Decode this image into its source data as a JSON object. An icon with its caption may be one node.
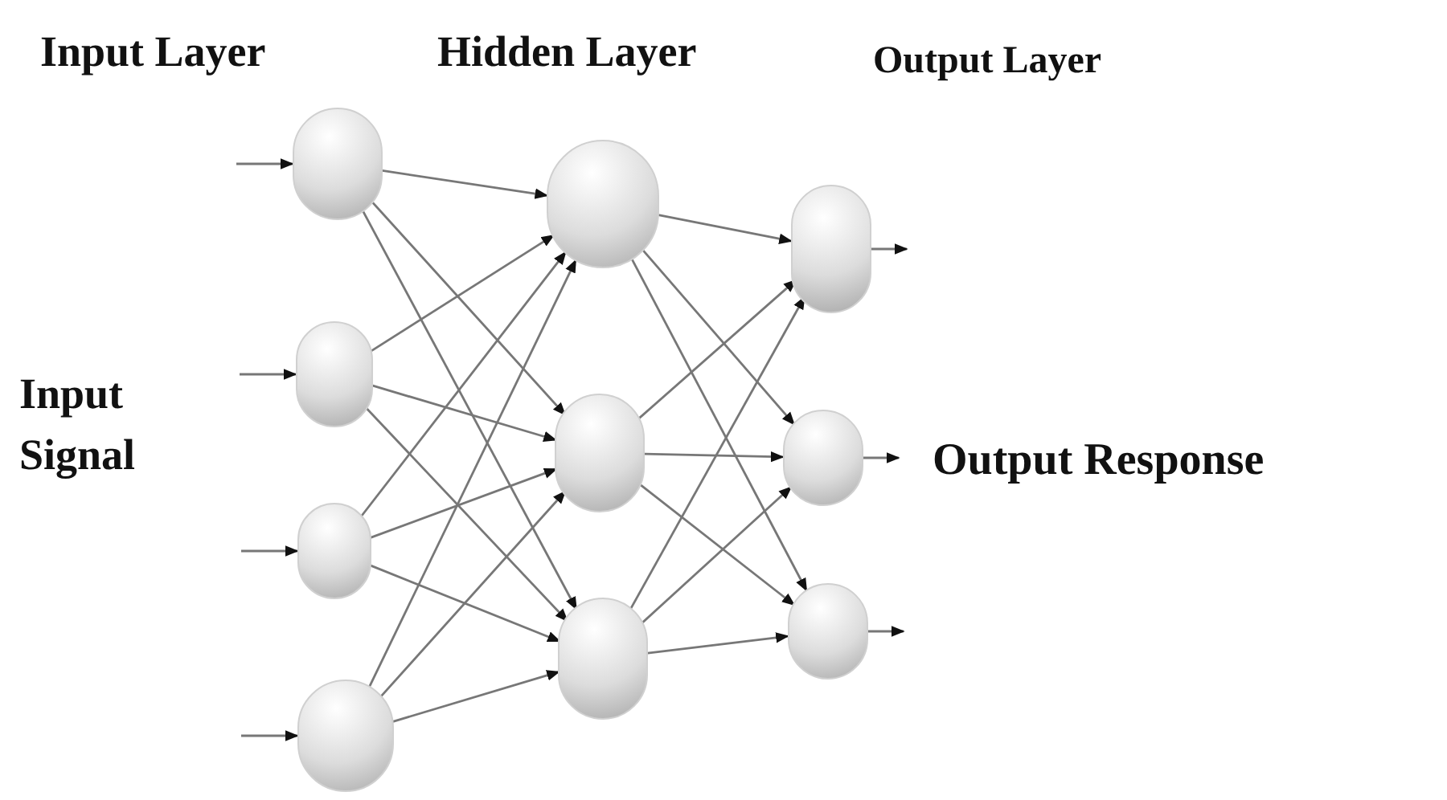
{
  "diagram": {
    "nodes": [
      {
        "text": [],
        "shape": "circle"
      },
      {
        "text": [],
        "shape": "circle"
      },
      {
        "text": [],
        "shape": "circle"
      },
      {
        "text": [],
        "shape": "circle"
      },
      {
        "text": [],
        "shape": "circle"
      },
      {
        "text": [],
        "shape": "circle"
      },
      {
        "text": [],
        "shape": "circle"
      },
      {
        "text": [],
        "shape": "circle"
      },
      {
        "text": [],
        "shape": "circle"
      },
      {
        "text": [],
        "shape": "circle"
      }
    ],
    "edges": [
      {
        "from": null,
        "to": 0,
        "arrow": "to"
      },
      {
        "from": null,
        "to": 1,
        "arrow": "to"
      },
      {
        "from": null,
        "to": 2,
        "arrow": "to"
      },
      {
        "from": null,
        "to": 3,
        "arrow": "to"
      },
      {
        "from": 0,
        "to": 4,
        "arrow": "to"
      },
      {
        "from": 0,
        "to": 5,
        "arrow": "to"
      },
      {
        "from": 0,
        "to": 6,
        "arrow": "to"
      },
      {
        "from": 1,
        "to": 4,
        "arrow": "to"
      },
      {
        "from": 1,
        "to": 5,
        "arrow": "to"
      },
      {
        "from": 1,
        "to": 6,
        "arrow": "to"
      },
      {
        "from": 2,
        "to": 4,
        "arrow": "to"
      },
      {
        "from": 2,
        "to": 5,
        "arrow": "to"
      },
      {
        "from": 2,
        "to": 6,
        "arrow": "to"
      },
      {
        "from": 3,
        "to": 4,
        "arrow": "to"
      },
      {
        "from": 3,
        "to": 5,
        "arrow": "to"
      },
      {
        "from": 3,
        "to": 6,
        "arrow": "to"
      },
      {
        "from": 4,
        "to": 7,
        "arrow": "to"
      },
      {
        "from": 4,
        "to": 8,
        "arrow": "to"
      },
      {
        "from": 4,
        "to": 9,
        "arrow": "to"
      },
      {
        "from": 5,
        "to": 7,
        "arrow": "to"
      },
      {
        "from": 5,
        "to": 8,
        "arrow": "to"
      },
      {
        "from": 5,
        "to": 9,
        "arrow": "to"
      },
      {
        "from": 6,
        "to": 7,
        "arrow": "to"
      },
      {
        "from": 6,
        "to": 8,
        "arrow": "to"
      },
      {
        "from": 6,
        "to": 9,
        "arrow": "to"
      },
      {
        "from": 7,
        "to": null,
        "arrow": "to"
      },
      {
        "from": 8,
        "to": null,
        "arrow": "to"
      },
      {
        "from": 9,
        "to": null,
        "arrow": "to"
      }
    ],
    "labels": [
      "Input Layer",
      "Hidden Layer",
      "Output Layer",
      "Input Signal",
      "Output Response"
    ]
  }
}
